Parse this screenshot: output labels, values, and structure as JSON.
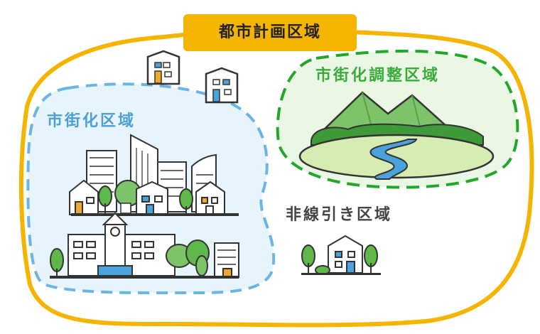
{
  "title": "都市計画区域",
  "zones": {
    "urbanization_area": "市街化区域",
    "urbanization_control_area": "市街化調整区域",
    "non_delineated_area": "非線引き区域"
  },
  "colors": {
    "planning_border": "#f5b400",
    "urban_border": "#6ab5e2",
    "urban_fill": "#e8f4fc",
    "control_border": "#22a72a",
    "control_fill": "#eaf7e5",
    "tree": "#5fb849",
    "mountain": "#7dc36a",
    "river": "#4aa3dd"
  },
  "icons": [
    "building-icon",
    "house-icon",
    "tree-icon",
    "mountain-icon",
    "river-icon",
    "school-icon"
  ]
}
